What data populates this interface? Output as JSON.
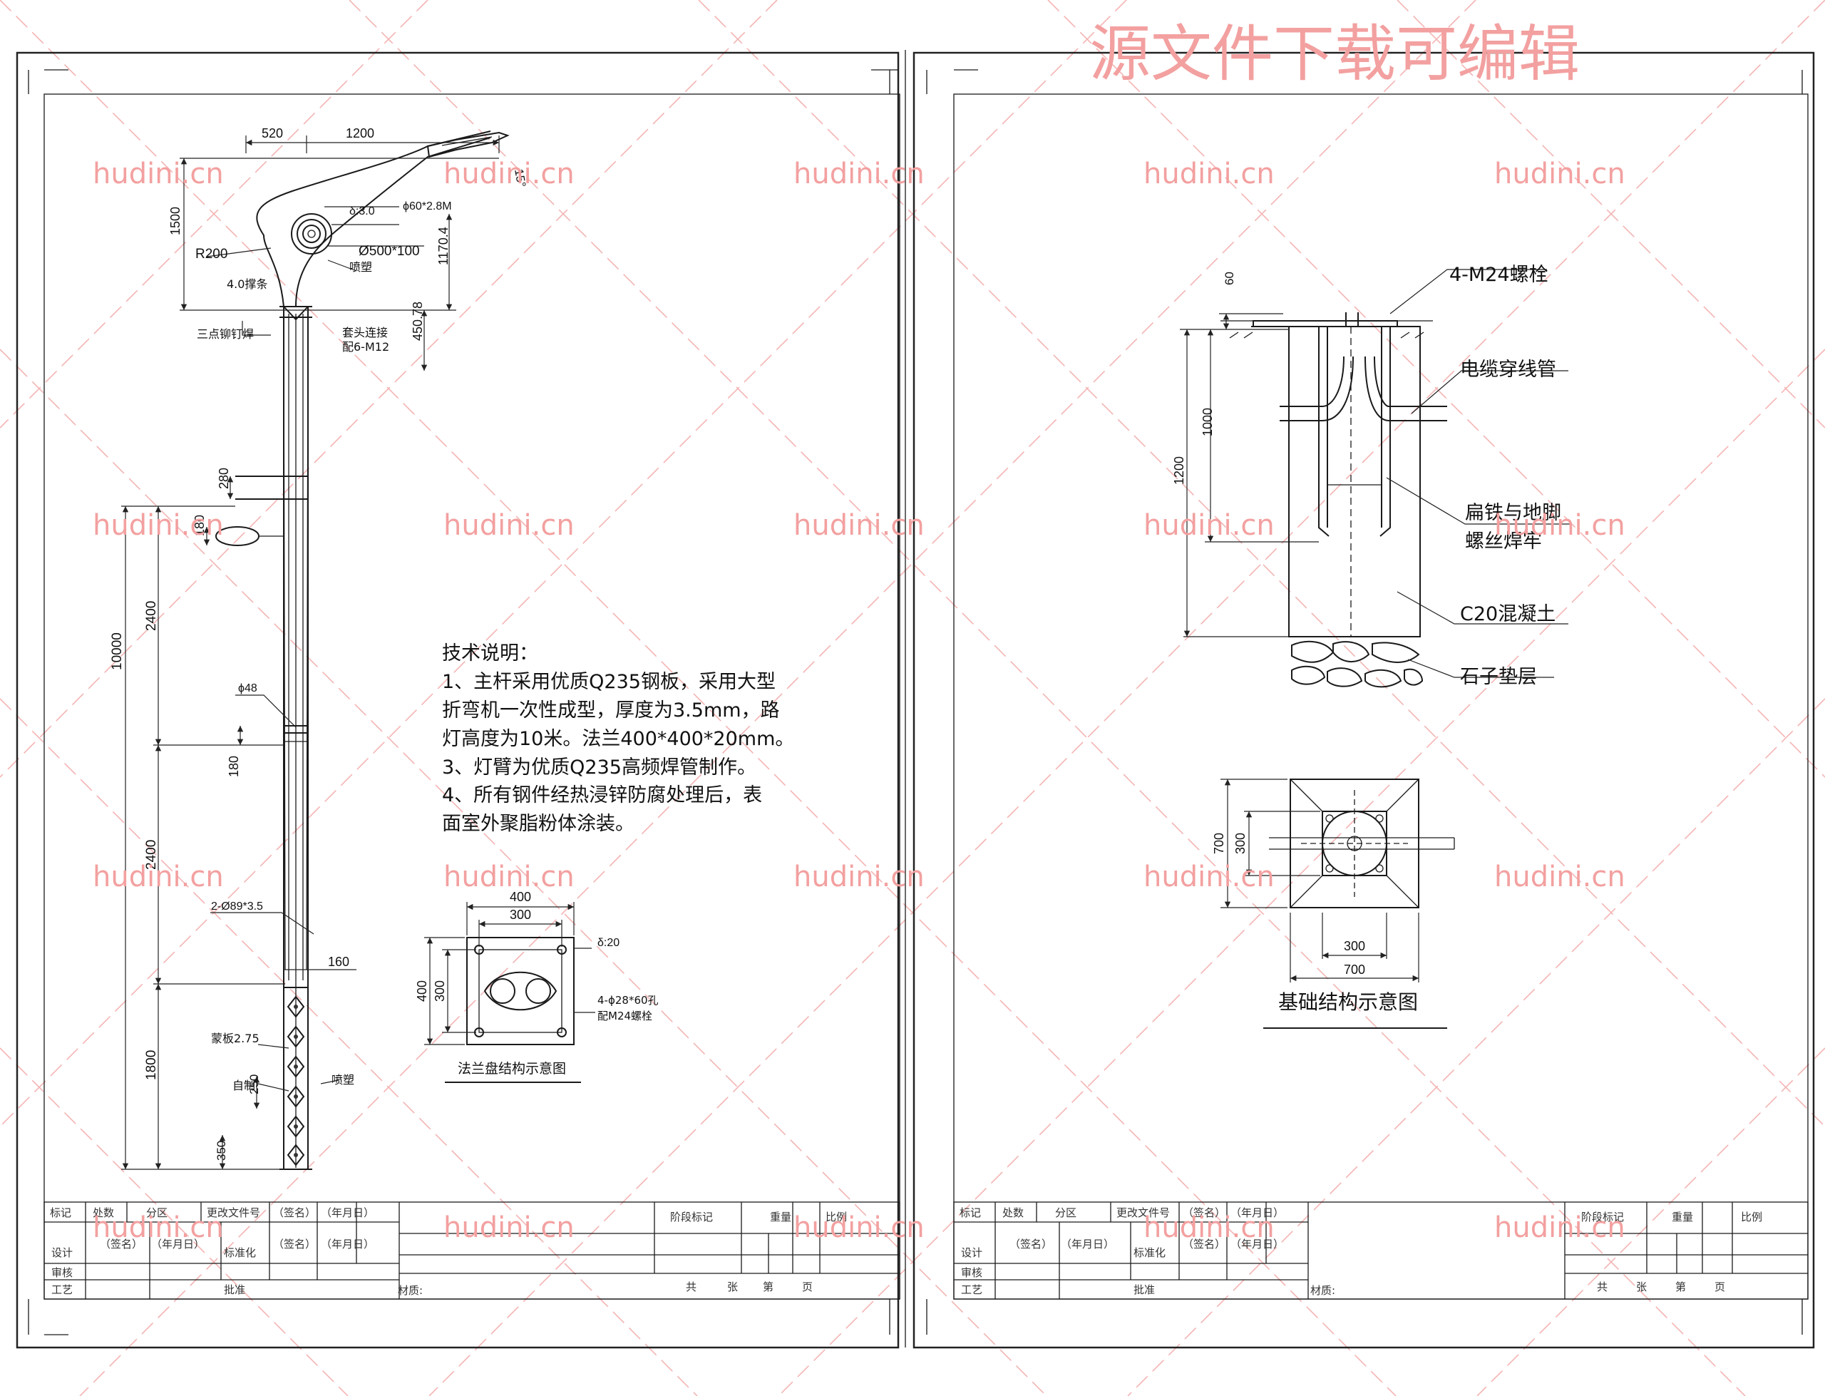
{
  "watermark": {
    "title": "源文件下载可编辑",
    "text": "hudini.cn",
    "color": "#f3a0a0"
  },
  "left_sheet": {
    "pole_dims": {
      "arm_520": "520",
      "arm_1200": "1200",
      "angle": "15°",
      "arm_pipe": "ϕ60*2.8M",
      "plate": "δ:3.0",
      "h_1500": "1500",
      "radius": "R200",
      "ring": "Ø500*100",
      "h_1170": "1170.4",
      "spray_top": "喷塑",
      "rib": "4.0撑条",
      "weld_points": "三点铆钉焊",
      "sleeve_join": "套头连接",
      "bolts": "配6-M12",
      "h_450": "450.78",
      "h_280": "280",
      "h_180a": "180",
      "h_10000": "10000",
      "h_2400a": "2400",
      "pipe48": "ϕ48",
      "h_180b": "180",
      "h_2400b": "2400",
      "tubes": "2-Ø89*3.5",
      "w_160": "160",
      "cover": "蒙板2.75",
      "h_1800": "1800",
      "h_250": "250",
      "self_made": "自制",
      "spray_bottom": "喷塑",
      "h_350": "350"
    },
    "notes": {
      "heading": "技术说明：",
      "line1": "1、主杆采用优质Q235钢板，采用大型",
      "line2": "折弯机一次性成型，厚度为3.5mm，路",
      "line3": "灯高度为10米。法兰400*400*20mm。",
      "line4": "3、灯臂为优质Q235高频焊管制作。",
      "line5": "4、所有钢件经热浸锌防腐处理后，表",
      "line6": "面室外聚脂粉体涂装。"
    },
    "flange": {
      "w400": "400",
      "w300": "300",
      "h400": "400",
      "h300": "300",
      "thickness": "δ:20",
      "holes": "4-ϕ28*60孔",
      "bolt_match": "配M24螺栓",
      "caption": "法兰盘结构示意图"
    },
    "title_block": {
      "row1": [
        "标记",
        "处数",
        "分区",
        "更改文件号",
        "（签名）",
        "（年月日）"
      ],
      "row2": [
        "设计",
        "（签名）",
        "（年月日）",
        "标准化",
        "（签名）",
        "（年月日）"
      ],
      "row3": [
        "审核"
      ],
      "row4": [
        "工艺",
        "批准"
      ],
      "stage": "阶段标记",
      "weight": "重量",
      "scale": "比例",
      "material": "材质:",
      "total": "共",
      "sheets": "张",
      "nth": "第",
      "page": "页"
    }
  },
  "right_sheet": {
    "section": {
      "bolt": "4-M24螺栓",
      "h60": "60",
      "conduit": "电缆穿线管",
      "h1000": "1000",
      "h1200": "1200",
      "flatbar1": "扁铁与地脚",
      "flatbar2": "螺丝焊牢",
      "concrete": "C20混凝土",
      "gravel": "石子垫层"
    },
    "plan": {
      "h700": "700",
      "h300": "300",
      "w300": "300",
      "w700": "700",
      "caption": "基础结构示意图"
    },
    "title_block": {
      "row1": [
        "标记",
        "处数",
        "分区",
        "更改文件号",
        "（签名）",
        "（年月日）"
      ],
      "row2": [
        "设计",
        "（签名）",
        "（年月日）",
        "标准化",
        "（签名）",
        "（年月日）"
      ],
      "row3": [
        "审核"
      ],
      "row4": [
        "工艺",
        "批准"
      ],
      "stage": "阶段标记",
      "weight": "重量",
      "scale": "比例",
      "material": "材质:",
      "total": "共",
      "sheets": "张",
      "nth": "第",
      "page": "页"
    }
  }
}
